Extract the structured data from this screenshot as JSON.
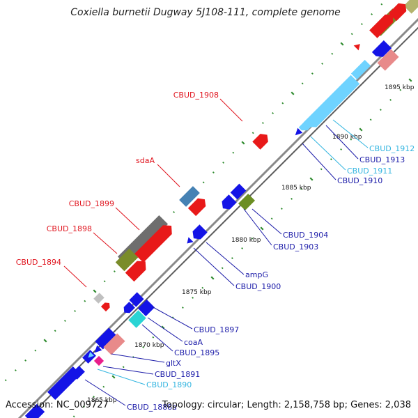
{
  "title": "Coxiella burnetii Dugway 5J108-111, complete genome",
  "footer": {
    "accession": "Accession: NC_009727",
    "summary": "Topology: circular; Length: 2,158,758 bp; Genes: 2,038"
  },
  "colors": {
    "backbone": "#8a8a8a",
    "tick": "#2e8b2e",
    "forward_label": "#e0141e",
    "reverse_label": "#1a1aa8",
    "rna_label": "#33b5e0"
  },
  "kbp_labels": [
    "1865 kbp",
    "1870 kbp",
    "1875 kbp",
    "1880 kbp",
    "1885 kbp",
    "1890 kbp",
    "1895 kbp"
  ],
  "labels": {
    "left": [
      "CBUD_1908",
      "sdaA",
      "CBUD_1899",
      "CBUD_1898",
      "CBUD_1894"
    ],
    "right": [
      "CBUD_1912",
      "CBUD_1913",
      "CBUD_1911",
      "CBUD_1910",
      "CBUD_1904",
      "CBUD_1903",
      "ampG",
      "CBUD_1900",
      "CBUD_1897",
      "coaA",
      "CBUD_1895",
      "gltX",
      "CBUD_1891",
      "CBUD_1890",
      "CBUD_1888a"
    ]
  }
}
